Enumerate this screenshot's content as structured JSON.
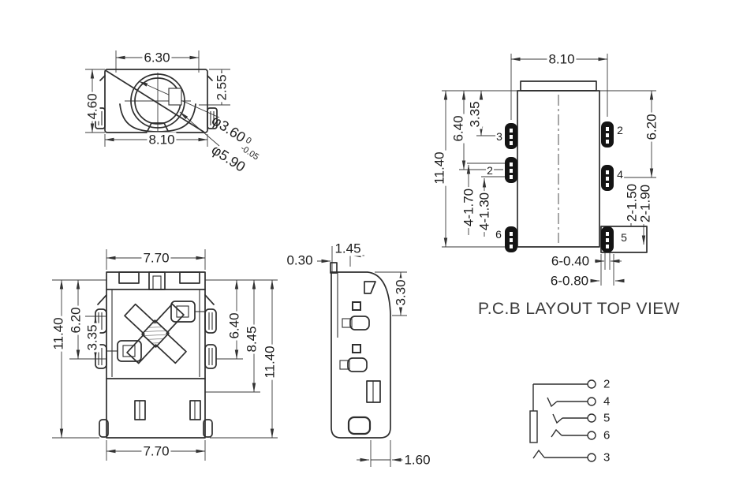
{
  "drawing": {
    "caption": "P.C.B LAYOUT TOP VIEW",
    "front": {
      "top_width": "6.30",
      "height": "4.60",
      "bottom_width": "8.10",
      "depth": "2.55",
      "hole_dia": "φ3.60",
      "hole_tol_upper": "0",
      "hole_tol_lower": "-0.05",
      "barrel_dia": "φ5.90"
    },
    "pcb": {
      "pad_span": "8.10",
      "length": "11.40",
      "row_mid": "6.40",
      "row_top": "3.35",
      "right_span": "6.20",
      "slot_len": "4-1.70",
      "slot_wid": "4-1.30",
      "win_a": "2-1.50",
      "win_b": "2-1.90",
      "hole_small": "6-0.40",
      "hole_big": "6-0.80",
      "pad_labels": {
        "p3": "3",
        "p2_left": "2",
        "p6": "6",
        "p2_right": "2",
        "p4": "4",
        "p5": "5"
      }
    },
    "top": {
      "width_top": "7.70",
      "width_bottom": "7.70",
      "len_full_left": "11.40",
      "len_mid": "6.20",
      "len_top": "3.35",
      "len_a": "6.40",
      "len_b": "8.45",
      "len_full_right": "11.40"
    },
    "side": {
      "lip": "0.30",
      "top_width": "1.45",
      "depth": "3.30",
      "foot": "1.60"
    },
    "schematic": {
      "pins": [
        "2",
        "4",
        "5",
        "6",
        "3"
      ]
    }
  }
}
